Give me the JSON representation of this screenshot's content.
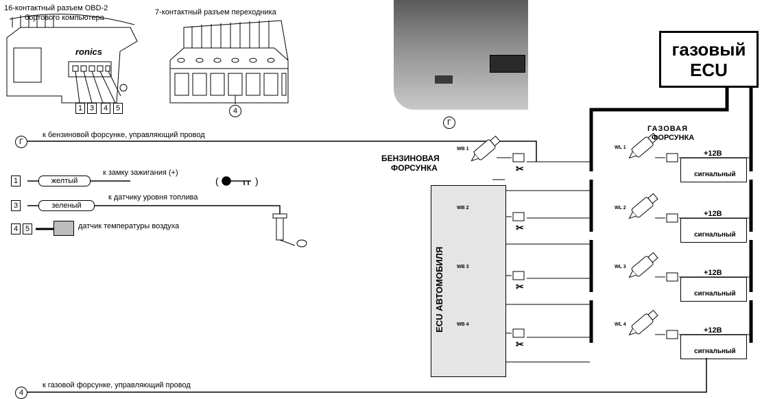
{
  "top": {
    "obd_caption_line1": "16-контактный разъем OBD-2",
    "obd_caption_line2": "бортового компьютера",
    "adapter_caption": "7-контактный разъем переходника",
    "obd_brand": "ronics",
    "obd_pins": [
      "1",
      "3",
      "4",
      "5"
    ],
    "adapter_pin": "4",
    "photo_pin": "Г"
  },
  "gas_ecu": {
    "line1": "газовый",
    "line2": "ECU"
  },
  "wires": {
    "g_marker": "Г",
    "g_text": "к бензиновой форсунке, управляющий провод",
    "pin1": "1",
    "pin1_color": "желтый",
    "pin1_text": "к замку зажигания (+)",
    "key_paren_open": "(",
    "key_paren_close": ")",
    "pin3": "3",
    "pin3_color": "зеленый",
    "pin3_text": "к датчику уровня топлива",
    "pin4": "4",
    "pin5": "5",
    "sensor_text": "датчик температуры воздуха",
    "bottom_marker": "4",
    "bottom_text": "к газовой форсунке, управляющий провод"
  },
  "petrol": {
    "title_line1": "БЕНЗИНОВАЯ",
    "title_line2": "ФОРСУНКА",
    "injectors": [
      "WB 1",
      "WB 2",
      "WB 3",
      "WB 4"
    ],
    "car_ecu_label": "ECU АВТОМОБИЛЯ"
  },
  "gas": {
    "title_line1": "ГАЗОВАЯ",
    "title_line2": "ФОРСУНКА",
    "injectors": [
      "WL 1",
      "WL 2",
      "WL 3",
      "WL 4"
    ],
    "plus_label": "+12В",
    "signal_label": "сигнальный"
  },
  "colors": {
    "line": "#000000",
    "ecu_fill": "#e5e5e5",
    "sensor_fill": "#bdbdbd"
  }
}
